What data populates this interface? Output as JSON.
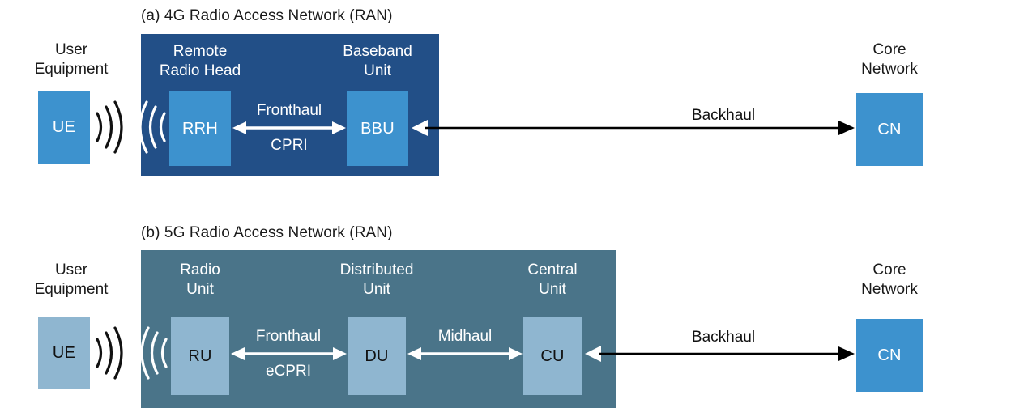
{
  "figure": {
    "panels": [
      {
        "id": "panel-4g",
        "title": "(a) 4G Radio Access Network (RAN)",
        "container_color": "#224f87",
        "node_color": "#3d92ce",
        "node_text_color": "#ffffff",
        "endpoints": {
          "left": {
            "caption_line1": "User",
            "caption_line2": "Equipment",
            "box_label": "UE"
          },
          "right": {
            "caption_line1": "Core",
            "caption_line2": "Network",
            "box_label": "CN"
          }
        },
        "nodes": [
          {
            "caption_line1": "Remote",
            "caption_line2": "Radio Head",
            "box_label": "RRH"
          },
          {
            "caption_line1": "Baseband",
            "caption_line2": "Unit",
            "box_label": "BBU"
          }
        ],
        "links": [
          {
            "name": "fronthaul",
            "label_top": "Fronthaul",
            "label_bottom": "CPRI",
            "style": "double-arrow",
            "color": "#ffffff"
          },
          {
            "name": "backhaul",
            "label_top": "Backhaul",
            "label_bottom": "",
            "style": "double-arrow",
            "color": "#000000"
          }
        ]
      },
      {
        "id": "panel-5g",
        "title": "(b) 5G Radio Access Network (RAN)",
        "container_color": "#4a7489",
        "node_color": "#8fb6d0",
        "node_text_color": "#111111",
        "endpoints": {
          "left": {
            "caption_line1": "User",
            "caption_line2": "Equipment",
            "box_label": "UE"
          },
          "right": {
            "caption_line1": "Core",
            "caption_line2": "Network",
            "box_label": "CN"
          }
        },
        "nodes": [
          {
            "caption_line1": "Radio",
            "caption_line2": "Unit",
            "box_label": "RU"
          },
          {
            "caption_line1": "Distributed",
            "caption_line2": "Unit",
            "box_label": "DU"
          },
          {
            "caption_line1": "Central",
            "caption_line2": "Unit",
            "box_label": "CU"
          }
        ],
        "links": [
          {
            "name": "fronthaul",
            "label_top": "Fronthaul",
            "label_bottom": "eCPRI",
            "style": "double-arrow",
            "color": "#ffffff"
          },
          {
            "name": "midhaul",
            "label_top": "Midhaul",
            "label_bottom": "",
            "style": "double-arrow",
            "color": "#ffffff"
          },
          {
            "name": "backhaul",
            "label_top": "Backhaul",
            "label_bottom": "",
            "style": "double-arrow",
            "color": "#000000"
          }
        ],
        "icons": {
          "ue_radio_waves": "radio-waves-icon",
          "ru_radio_waves": "radio-waves-icon"
        }
      }
    ]
  }
}
